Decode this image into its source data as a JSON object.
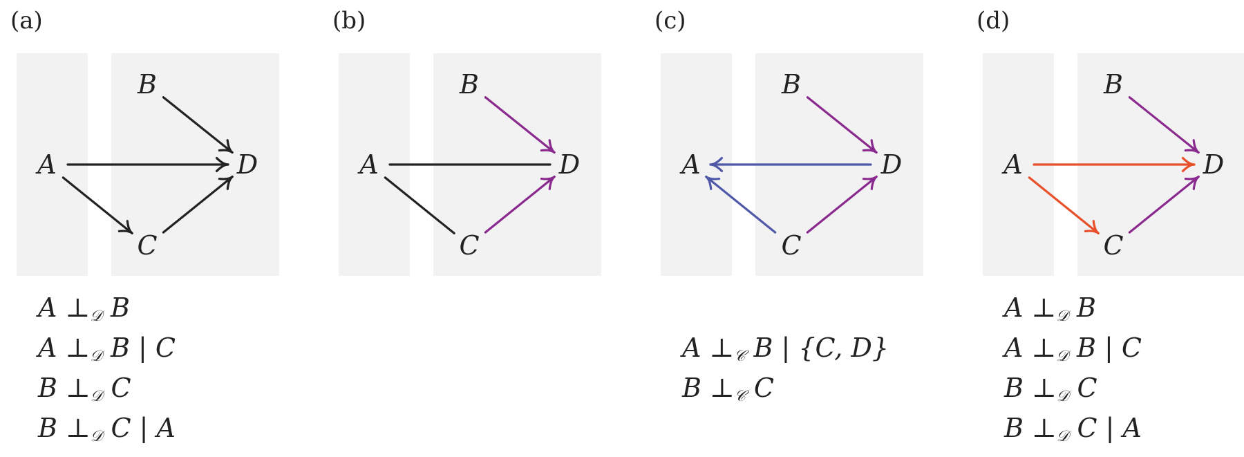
{
  "panels": [
    {
      "label": "(a)",
      "nodes": {
        "A": "A",
        "B": "B",
        "C": "C",
        "D": "D"
      },
      "edges": [
        {
          "from": "B",
          "to": "D",
          "color": "#222222",
          "arrow": true
        },
        {
          "from": "A",
          "to": "D",
          "color": "#222222",
          "arrow": true
        },
        {
          "from": "A",
          "to": "C",
          "color": "#222222",
          "arrow": true
        },
        {
          "from": "C",
          "to": "D",
          "color": "#222222",
          "arrow": true
        }
      ],
      "statements": [
        {
          "left": "A",
          "rel": "⊥",
          "sub": "𝒟",
          "right": "B",
          "cond": ""
        },
        {
          "left": "A",
          "rel": "⊥",
          "sub": "𝒟",
          "right": "B",
          "cond": "C"
        },
        {
          "left": "B",
          "rel": "⊥",
          "sub": "𝒟",
          "right": "C",
          "cond": ""
        },
        {
          "left": "B",
          "rel": "⊥",
          "sub": "𝒟",
          "right": "C",
          "cond": "A"
        }
      ],
      "statements_offset": 0
    },
    {
      "label": "(b)",
      "nodes": {
        "A": "A",
        "B": "B",
        "C": "C",
        "D": "D"
      },
      "edges": [
        {
          "from": "B",
          "to": "D",
          "color": "#8a2a8e",
          "arrow": true
        },
        {
          "from": "A",
          "to": "D",
          "color": "#222222",
          "arrow": false
        },
        {
          "from": "A",
          "to": "C",
          "color": "#222222",
          "arrow": false
        },
        {
          "from": "C",
          "to": "D",
          "color": "#8a2a8e",
          "arrow": true
        }
      ],
      "statements": [],
      "statements_offset": 0
    },
    {
      "label": "(c)",
      "nodes": {
        "A": "A",
        "B": "B",
        "C": "C",
        "D": "D"
      },
      "edges": [
        {
          "from": "B",
          "to": "D",
          "color": "#8a2a8e",
          "arrow": true
        },
        {
          "from": "D",
          "to": "A",
          "color": "#5058a8",
          "arrow": true
        },
        {
          "from": "C",
          "to": "A",
          "color": "#5058a8",
          "arrow": true
        },
        {
          "from": "C",
          "to": "D",
          "color": "#8a2a8e",
          "arrow": true
        }
      ],
      "statements": [
        {
          "left": "A",
          "rel": "⊥",
          "sub": "𝒞",
          "right": "B",
          "cond": "{C, D}"
        },
        {
          "left": "B",
          "rel": "⊥",
          "sub": "𝒞",
          "right": "C",
          "cond": ""
        }
      ],
      "statements_offset": 1
    },
    {
      "label": "(d)",
      "nodes": {
        "A": "A",
        "B": "B",
        "C": "C",
        "D": "D"
      },
      "edges": [
        {
          "from": "B",
          "to": "D",
          "color": "#8a2a8e",
          "arrow": true
        },
        {
          "from": "A",
          "to": "D",
          "color": "#e8502a",
          "arrow": true
        },
        {
          "from": "A",
          "to": "C",
          "color": "#e8502a",
          "arrow": true
        },
        {
          "from": "C",
          "to": "D",
          "color": "#8a2a8e",
          "arrow": true
        }
      ],
      "statements": [
        {
          "left": "A",
          "rel": "⊥",
          "sub": "𝒟",
          "right": "B",
          "cond": ""
        },
        {
          "left": "A",
          "rel": "⊥",
          "sub": "𝒟",
          "right": "B",
          "cond": "C"
        },
        {
          "left": "B",
          "rel": "⊥",
          "sub": "𝒟",
          "right": "C",
          "cond": ""
        },
        {
          "left": "B",
          "rel": "⊥",
          "sub": "𝒟",
          "right": "C",
          "cond": "A"
        }
      ],
      "statements_offset": 0
    }
  ]
}
